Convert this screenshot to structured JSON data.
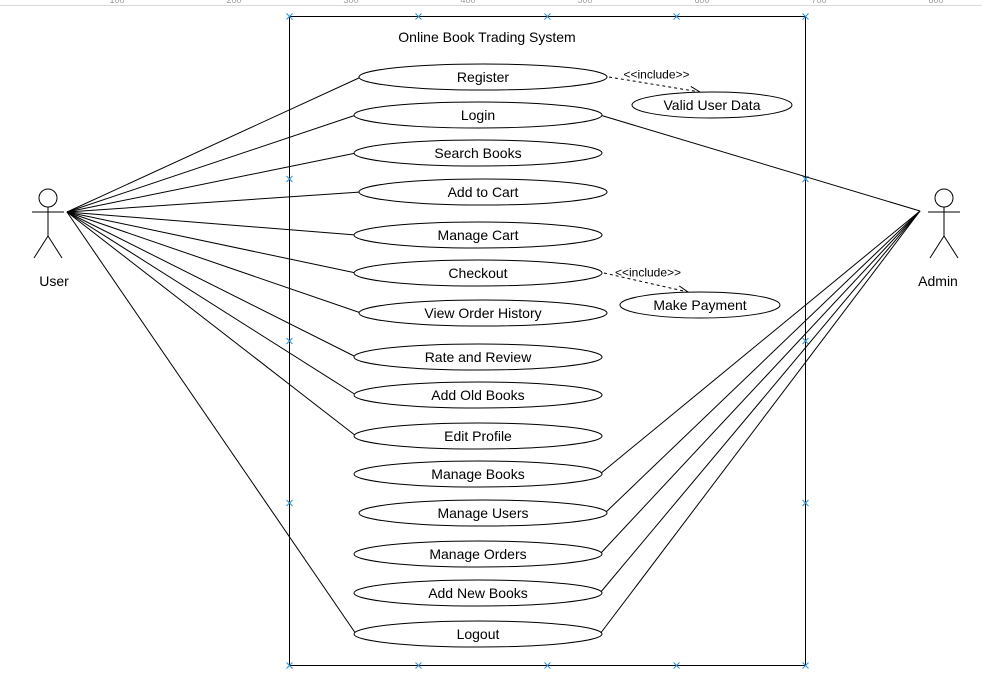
{
  "diagram": {
    "title": "Online Book Trading System",
    "include_label": "<<include>>",
    "actors": [
      {
        "id": "user",
        "label": "User"
      },
      {
        "id": "admin",
        "label": "Admin"
      }
    ],
    "use_cases": [
      {
        "id": "register",
        "label": "Register"
      },
      {
        "id": "login",
        "label": "Login"
      },
      {
        "id": "search_books",
        "label": "Search Books"
      },
      {
        "id": "add_to_cart",
        "label": "Add to Cart"
      },
      {
        "id": "manage_cart",
        "label": "Manage Cart"
      },
      {
        "id": "checkout",
        "label": "Checkout"
      },
      {
        "id": "view_order_history",
        "label": "View Order History"
      },
      {
        "id": "rate_and_review",
        "label": "Rate and Review"
      },
      {
        "id": "add_old_books",
        "label": "Add Old Books"
      },
      {
        "id": "edit_profile",
        "label": "Edit Profile"
      },
      {
        "id": "manage_books",
        "label": "Manage Books"
      },
      {
        "id": "manage_users",
        "label": "Manage Users"
      },
      {
        "id": "manage_orders",
        "label": "Manage Orders"
      },
      {
        "id": "add_new_books",
        "label": "Add New Books"
      },
      {
        "id": "logout",
        "label": "Logout"
      },
      {
        "id": "valid_user_data",
        "label": "Valid User Data"
      },
      {
        "id": "make_payment",
        "label": "Make Payment"
      }
    ],
    "associations": [
      {
        "actor": "user",
        "use_case": "register"
      },
      {
        "actor": "user",
        "use_case": "login"
      },
      {
        "actor": "user",
        "use_case": "search_books"
      },
      {
        "actor": "user",
        "use_case": "add_to_cart"
      },
      {
        "actor": "user",
        "use_case": "manage_cart"
      },
      {
        "actor": "user",
        "use_case": "checkout"
      },
      {
        "actor": "user",
        "use_case": "view_order_history"
      },
      {
        "actor": "user",
        "use_case": "rate_and_review"
      },
      {
        "actor": "user",
        "use_case": "add_old_books"
      },
      {
        "actor": "user",
        "use_case": "edit_profile"
      },
      {
        "actor": "user",
        "use_case": "logout"
      },
      {
        "actor": "admin",
        "use_case": "login"
      },
      {
        "actor": "admin",
        "use_case": "manage_books"
      },
      {
        "actor": "admin",
        "use_case": "manage_users"
      },
      {
        "actor": "admin",
        "use_case": "manage_orders"
      },
      {
        "actor": "admin",
        "use_case": "add_new_books"
      },
      {
        "actor": "admin",
        "use_case": "logout"
      }
    ],
    "includes": [
      {
        "from": "register",
        "to": "valid_user_data"
      },
      {
        "from": "checkout",
        "to": "make_payment"
      }
    ],
    "ruler_labels": [
      "100",
      "200",
      "300",
      "400",
      "500",
      "600",
      "700",
      "800"
    ]
  }
}
